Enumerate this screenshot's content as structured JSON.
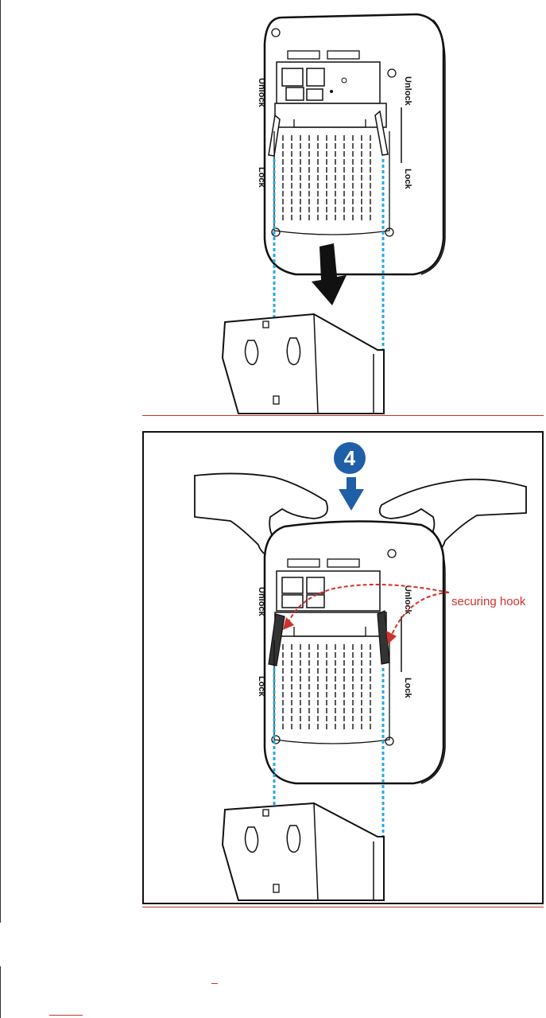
{
  "figure_top": {
    "device_labels": {
      "lock": "Lock",
      "unlock": "Unlock"
    }
  },
  "figure_bottom": {
    "step_number": "4",
    "callout": "securing hook",
    "device_labels": {
      "lock": "Lock",
      "unlock": "Unlock"
    }
  },
  "colors": {
    "guide_line": "#29a8e0",
    "arrow_red": "#d0312d",
    "step_badge": "#1f5fa8",
    "rule": "#c0392b"
  }
}
